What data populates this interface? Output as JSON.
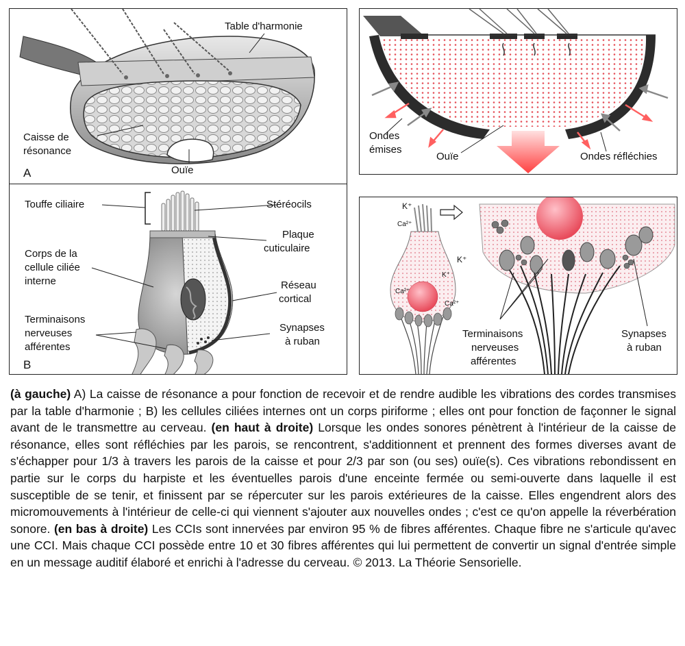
{
  "panel_a": {
    "letter": "A",
    "table_label": "Table d'harmonie",
    "caisse_line1": "Caisse de",
    "caisse_line2": "résonance",
    "ouie": "Ouïe"
  },
  "panel_b": {
    "letter": "B",
    "touffe": "Touffe ciliaire",
    "stereocils": "Stéréocils",
    "plaque_line1": "Plaque",
    "plaque_line2": "cuticulaire",
    "corps_line1": "Corps de la",
    "corps_line2": "cellule ciliée",
    "corps_line3": "interne",
    "reseau_line1": "Réseau",
    "reseau_line2": "cortical",
    "term_line1": "Terminaisons",
    "term_line2": "nerveuses",
    "term_line3": "afférentes",
    "syn_line1": "Synapses",
    "syn_line2": "à ruban"
  },
  "panel_tr": {
    "ondes_emises_line1": "Ondes",
    "ondes_emises_line2": "émises",
    "ouie": "Ouïe",
    "ondes_reflechies": "Ondes réfléchies"
  },
  "panel_br": {
    "k_top": "K⁺",
    "ca_top": "Ca²⁺",
    "k_side": "K⁺",
    "k_side2": "K⁺",
    "ca_left": "Ca²⁺",
    "ca_right": "Ca²⁺",
    "term_line1": "Terminaisons",
    "term_line2": "nerveuses",
    "term_line3": "afférentes",
    "syn_line1": "Synapses",
    "syn_line2": "à ruban"
  },
  "caption": {
    "b1": "(à gauche)",
    "t1": " A) La caisse de résonance a pour fonction de recevoir et de rendre audible les vibrations des cordes transmises par la table d'harmonie ; B) les cellules ciliées internes ont un corps piriforme ; elles ont pour fonction de façonner le signal avant de le transmettre au cerveau. ",
    "b2": "(en haut à droite)",
    "t2": " Lorsque les ondes sonores pénètrent à l'intérieur de la caisse de résonance, elles sont réfléchies par les parois, se rencontrent, s'additionnent et prennent des formes diverses avant de s'échapper pour 1/3 à travers les parois de la caisse et pour 2/3 par son (ou ses) ouïe(s). Ces vibrations rebondissent en partie sur le corps du harpiste et les éventuelles parois d'une enceinte fermée ou semi-ouverte dans laquelle il est susceptible de se tenir, et finissent par se répercuter sur les parois extérieures de la caisse. Elles engendrent alors des micromouvements à l'intérieur de celle-ci qui viennent s'ajouter aux nouvelles ondes ; c'est ce qu'on appelle la réverbération sonore. ",
    "b3": "(en bas à droite)",
    "t3": " Les CCIs sont innervées par environ 95 % de fibres afférentes. Chaque fibre ne s'articule qu'avec une CCI. Mais chaque CCI possède entre 10 et 30 fibres afférentes qui lui permettent de convertir un signal d'entrée simple en un message auditif élaboré et enrichi à l'adresse du cerveau. © 2013. La Théorie Sensorielle."
  },
  "colors": {
    "red_dots": "#e0303a",
    "arrow_red": "#ff6060",
    "wall_dark": "#2c2c2c",
    "pink_nucleus": "#f05a6a"
  }
}
